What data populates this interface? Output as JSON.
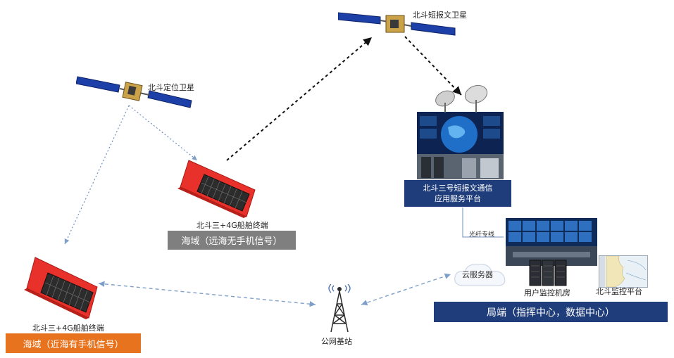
{
  "satellites": {
    "positioning": "北斗定位卫星",
    "short_message": "北斗短报文卫星"
  },
  "terminals": {
    "no_signal": "北斗三+4G船舶终端",
    "with_signal": "北斗三+4G船舶终端"
  },
  "zones": {
    "no_signal": "海域（远海无手机信号）",
    "with_signal": "海域（近海有手机信号）",
    "bureau": "局端（指挥中心，数据中心）"
  },
  "platform": {
    "line1": "北斗三号短报文通信",
    "line2": "应用服务平台"
  },
  "fiber": "光纤专线",
  "cloud": "云服务器",
  "monitor_room": "用户监控机房",
  "monitor_platform": "北斗监控平台",
  "base_station": "公网基站",
  "colors": {
    "navy": "#1f3d7a",
    "gray": "#7f7f7f",
    "orange": "#e8731e",
    "terminal_red": "#e8312a"
  }
}
